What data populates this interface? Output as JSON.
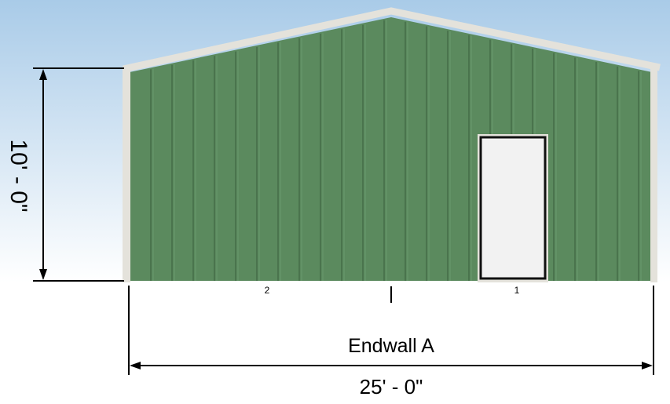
{
  "drawing": {
    "wall_name": "Endwall A",
    "width_label": "25' - 0\"",
    "height_label": "10' - 0\"",
    "bay_labels": [
      "2",
      "1"
    ],
    "openings": [
      {
        "type": "walk door"
      }
    ]
  },
  "colors": {
    "sky_top": "#a9cbe8",
    "sky_bottom": "#ffffff",
    "wall_panel": "#5b8a5e",
    "panel_rib": "#4a744d",
    "trim": "#e4e2db",
    "door_fill": "#f2f2f2",
    "door_frame": "#111111",
    "dimension_line": "#000000"
  }
}
